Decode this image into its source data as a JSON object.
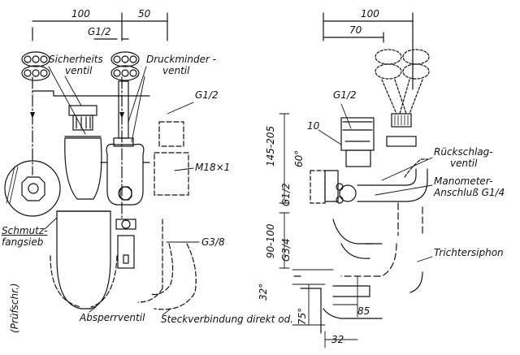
{
  "dimensions": {
    "d100_left": "100",
    "d50": "50",
    "g12_top_left": "G1/2",
    "d100_right": "100",
    "d70": "70",
    "d145_205": "145-205",
    "d10": "10",
    "d60": "60°",
    "d90_100": "90-100",
    "d32deg": "32°",
    "d75deg": "75°",
    "d85": "85",
    "d32": "32"
  },
  "labels": {
    "sicherheits_1": "Sicherheits",
    "sicherheits_2": "ventil",
    "druckminder_1": "Druckminder -",
    "druckminder_2": "ventil",
    "g12_mid": "G1/2",
    "m18": "M18×1",
    "schmutz_1": "Schmutz-",
    "schmutz_2": "fangsieb",
    "g38": "G3/8",
    "pruefschr": "(Prüfschr.)",
    "absperrventil": "Absperrventil",
    "steckverbindung": "Steckverbindung direkt od.",
    "g12_right": "G1/2",
    "g12_vert": "G1/2",
    "g34_vert": "G3/4",
    "rueckschlag_1": "Rückschlag-",
    "rueckschlag_2": "ventil",
    "manometer_1": "Manometer-",
    "manometer_2": "Anschluß G1/4",
    "trichtersiphon": "Trichtersiphon"
  }
}
